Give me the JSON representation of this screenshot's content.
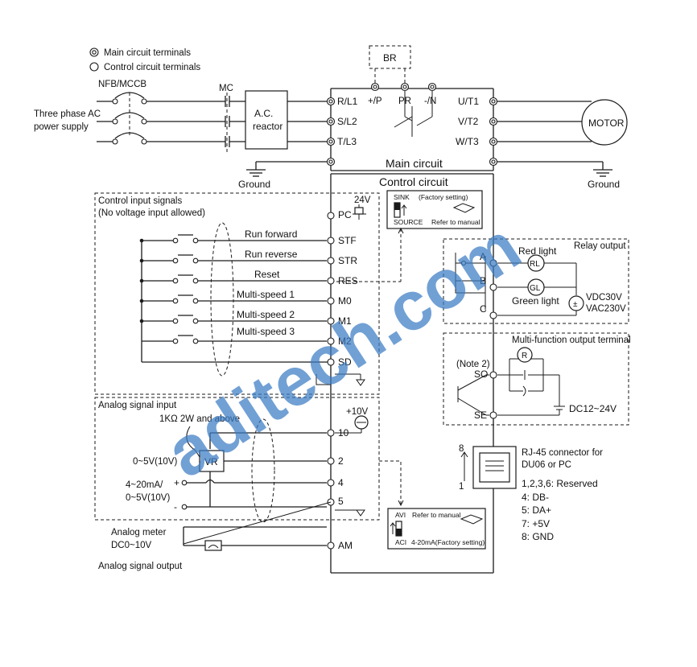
{
  "legend": {
    "main_terminals": "Main circuit terminals",
    "control_terminals": "Control circuit terminals"
  },
  "power": {
    "source_line1": "Three phase AC",
    "source_line2": "power supply",
    "breaker": "NFB/MCCB",
    "contactor": "MC",
    "reactor_line1": "A.C.",
    "reactor_line2": "reactor",
    "ground_left": "Ground",
    "ground_right": "Ground",
    "motor": "MOTOR"
  },
  "main_circuit": {
    "title": "Main circuit",
    "br": "BR",
    "inputs": [
      "R/L1",
      "S/L2",
      "T/L3"
    ],
    "outputs": [
      "U/T1",
      "V/T2",
      "W/T3"
    ],
    "dc": [
      "+/P",
      "PR",
      "-/N"
    ]
  },
  "control_circuit": {
    "title": "Control circuit",
    "pc_voltage": "24V",
    "sink_label": "SINK",
    "source_label": "SOURCE",
    "factory_setting": "(Factory setting)",
    "refer_manual": "Refer to manual"
  },
  "control_inputs": {
    "title_line1": "Control input signals",
    "title_line2": "(No voltage input allowed)",
    "signals": [
      {
        "label": "Run forward",
        "terminal": "STF"
      },
      {
        "label": "Run reverse",
        "terminal": "STR"
      },
      {
        "label": "Reset",
        "terminal": "RES"
      },
      {
        "label": "Multi-speed 1",
        "terminal": "M0"
      },
      {
        "label": "Multi-speed 2",
        "terminal": "M1"
      },
      {
        "label": "Multi-speed 3",
        "terminal": "M2"
      }
    ],
    "pc_terminal": "PC",
    "sd_terminal": "SD"
  },
  "analog_input": {
    "title": "Analog signal input",
    "resistor": "1KΩ 2W and above",
    "vr": "VR",
    "range_v": "0~5V(10V)",
    "range_i_line1": "4~20mA/",
    "range_i_line2": "0~5V(10V)",
    "plus": "+",
    "minus": "-",
    "ref_voltage": "+10V",
    "terminals": [
      "10",
      "2",
      "4",
      "5"
    ]
  },
  "avi_aci": {
    "avi": "AVI",
    "aci": "ACI",
    "refer_manual": "Refer to manual",
    "factory": "4-20mA(Factory setting)"
  },
  "analog_output": {
    "meter_line1": "Analog meter",
    "meter_line2": "DC0~10V",
    "title": "Analog signal output",
    "terminal": "AM"
  },
  "relay": {
    "title": "Relay output",
    "terminals": [
      "A",
      "B",
      "C"
    ],
    "red_light": "Red light",
    "green_light": "Green light",
    "rl": "RL",
    "gl": "GL",
    "voltage_line1": "VDC30V",
    "voltage_line2": "VAC230V"
  },
  "multifunction": {
    "title": "Multi-function output terminal",
    "note": "(Note 2)",
    "so": "SO",
    "se": "SE",
    "r": "R",
    "voltage": "DC12~24V"
  },
  "rj45": {
    "title_line1": "RJ-45 connector for",
    "title_line2": "DU06 or PC",
    "pin_top": "8",
    "pin_bottom": "1",
    "pins": [
      "1,2,3,6:  Reserved",
      "4: DB-",
      "5: DA+",
      "7: +5V",
      "8: GND"
    ]
  },
  "watermark": "aditech.com"
}
